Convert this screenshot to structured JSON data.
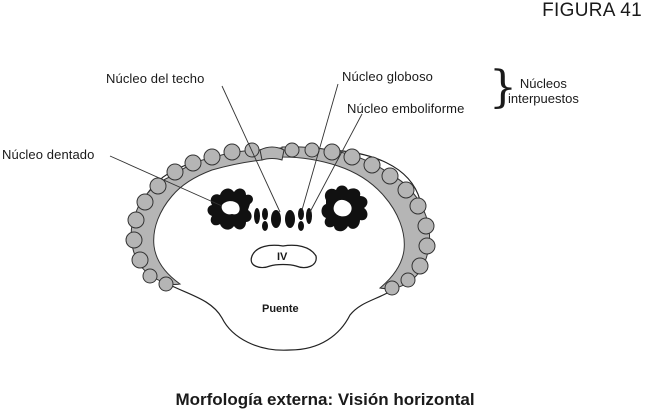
{
  "figure_number": "FIGURA 41",
  "labels": {
    "nucleo_techo": "Núcleo del techo",
    "nucleo_globoso": "Núcleo globoso",
    "nucleo_emboliforme": "Núcleo emboliforme",
    "nucleo_dentado": "Núcleo dentado",
    "nucleos_interpuestos_line1": "Núcleos",
    "nucleos_interpuestos_line2": "interpuestos",
    "ventricle": "IV",
    "pons": "Puente"
  },
  "caption": "Morfología externa: Visión horizontal",
  "colors": {
    "cortex_fill": "#b5b5b5",
    "nuclei_fill": "#111111",
    "outline": "#222222"
  }
}
